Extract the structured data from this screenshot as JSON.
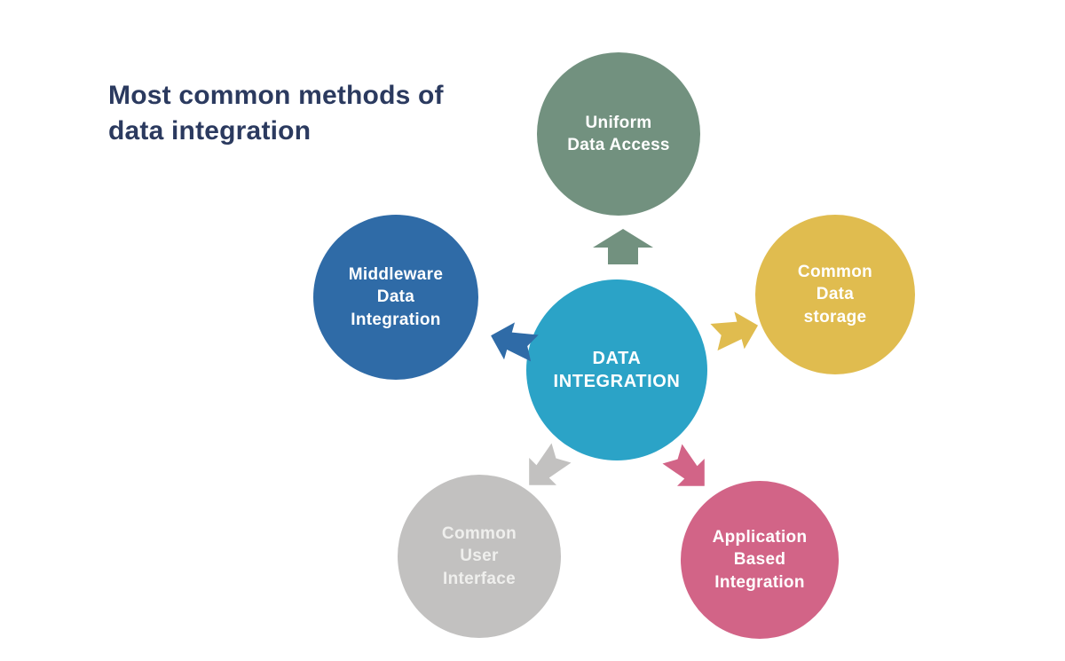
{
  "title": "Most common methods of\ndata integration",
  "colors": {
    "background": "#FFFFFF",
    "title_text": "#2B3A5F",
    "node_text": "#FFFFFF",
    "gray_node_text": "#EFEFED"
  },
  "center_node": {
    "label": "DATA\nINTEGRATION",
    "color": "#2BA3C7"
  },
  "nodes": [
    {
      "name": "uniform-data-access",
      "label": "Uniform\nData Access",
      "color": "#72917F",
      "position": "top"
    },
    {
      "name": "common-data-storage",
      "label": "Common\nData\nstorage",
      "color": "#E0BC4F",
      "position": "right"
    },
    {
      "name": "application-based-integration",
      "label": "Application\nBased\nIntegration",
      "color": "#D26487",
      "position": "bottom-right"
    },
    {
      "name": "common-user-interface",
      "label": "Common\nUser\nInterface",
      "color": "#C2C1C0",
      "position": "bottom-left"
    },
    {
      "name": "middleware-data-integration",
      "label": "Middleware\nData\nIntegration",
      "color": "#2F6BA7",
      "position": "left"
    }
  ],
  "arrows": [
    {
      "name": "arrow-to-uniform-data-access",
      "direction": "up",
      "color": "#72917F"
    },
    {
      "name": "arrow-to-common-data-storage",
      "direction": "right",
      "color": "#E0BC4F"
    },
    {
      "name": "arrow-to-application-based-integration",
      "direction": "down-right",
      "color": "#D26487"
    },
    {
      "name": "arrow-to-common-user-interface",
      "direction": "down-left",
      "color": "#C2C1C0"
    },
    {
      "name": "arrow-to-middleware-data-integration",
      "direction": "left",
      "color": "#2F6BA7"
    }
  ]
}
